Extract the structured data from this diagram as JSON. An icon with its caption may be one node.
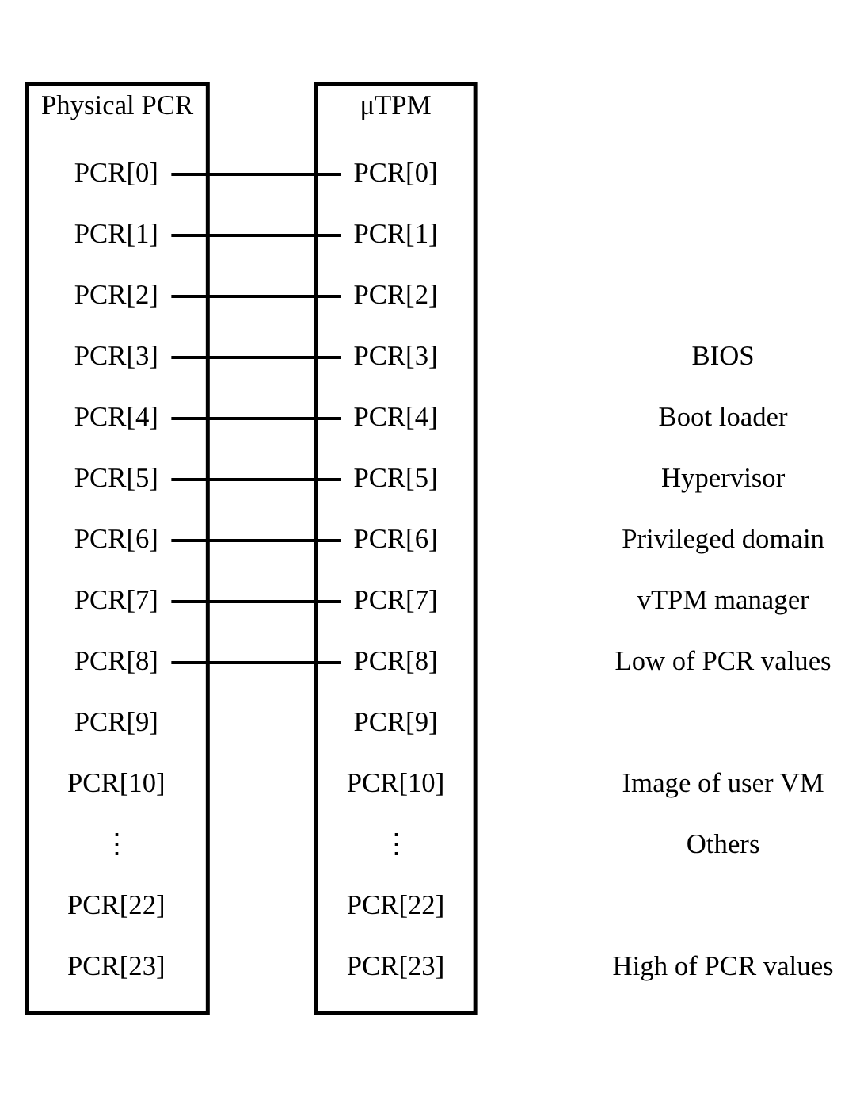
{
  "diagram": {
    "nodes": [
      {
        "text": [
          "Physical PCR"
        ]
      },
      {
        "text": [
          "PCR[0]"
        ],
        "in": 0
      },
      {
        "text": [
          "PCR[1]"
        ],
        "in": 0
      },
      {
        "text": [
          "PCR[2]"
        ],
        "in": 0
      },
      {
        "text": [
          "PCR[3]"
        ],
        "in": 0
      },
      {
        "text": [
          "PCR[4]"
        ],
        "in": 0
      },
      {
        "text": [
          "PCR[5]"
        ],
        "in": 0
      },
      {
        "text": [
          "PCR[6]"
        ],
        "in": 0
      },
      {
        "text": [
          "PCR[7]"
        ],
        "in": 0
      },
      {
        "text": [
          "PCR[8]"
        ],
        "in": 0
      },
      {
        "text": [
          "PCR[9]"
        ],
        "in": 0
      },
      {
        "text": [
          "PCR[10]"
        ],
        "in": 0
      },
      {
        "text": [
          "⋮"
        ],
        "in": 0
      },
      {
        "text": [
          "PCR[22]"
        ],
        "in": 0
      },
      {
        "text": [
          "PCR[23]"
        ],
        "in": 0
      },
      {
        "text": [
          "μTPM"
        ]
      },
      {
        "text": [
          "PCR[0]"
        ],
        "in": 15
      },
      {
        "text": [
          "PCR[1]"
        ],
        "in": 15
      },
      {
        "text": [
          "PCR[2]"
        ],
        "in": 15
      },
      {
        "text": [
          "PCR[3]"
        ],
        "in": 15
      },
      {
        "text": [
          "PCR[4]"
        ],
        "in": 15
      },
      {
        "text": [
          "PCR[5]"
        ],
        "in": 15
      },
      {
        "text": [
          "PCR[6]"
        ],
        "in": 15
      },
      {
        "text": [
          "PCR[7]"
        ],
        "in": 15
      },
      {
        "text": [
          "PCR[8]"
        ],
        "in": 15
      },
      {
        "text": [
          "PCR[9]"
        ],
        "in": 15
      },
      {
        "text": [
          "PCR[10]"
        ],
        "in": 15
      },
      {
        "text": [
          "⋮"
        ],
        "in": 15
      },
      {
        "text": [
          "PCR[22]"
        ],
        "in": 15
      },
      {
        "text": [
          "PCR[23]"
        ],
        "in": 15
      }
    ],
    "edges": [
      {
        "from": 1,
        "to": 16,
        "arrow": "none"
      },
      {
        "from": 2,
        "to": 17,
        "arrow": "none"
      },
      {
        "from": 3,
        "to": 18,
        "arrow": "none"
      },
      {
        "from": 4,
        "to": 19,
        "arrow": "none"
      },
      {
        "from": 5,
        "to": 20,
        "arrow": "none"
      },
      {
        "from": 6,
        "to": 21,
        "arrow": "none"
      },
      {
        "from": 7,
        "to": 22,
        "arrow": "none"
      },
      {
        "from": 8,
        "to": 23,
        "arrow": "none"
      },
      {
        "from": 9,
        "to": 24,
        "arrow": "none"
      }
    ],
    "labels": [
      "BIOS",
      "Boot loader",
      "Hypervisor",
      "Privileged domain",
      "vTPM manager",
      "Low of PCR values",
      "Image of user VM",
      "Others",
      "High of PCR values"
    ]
  }
}
